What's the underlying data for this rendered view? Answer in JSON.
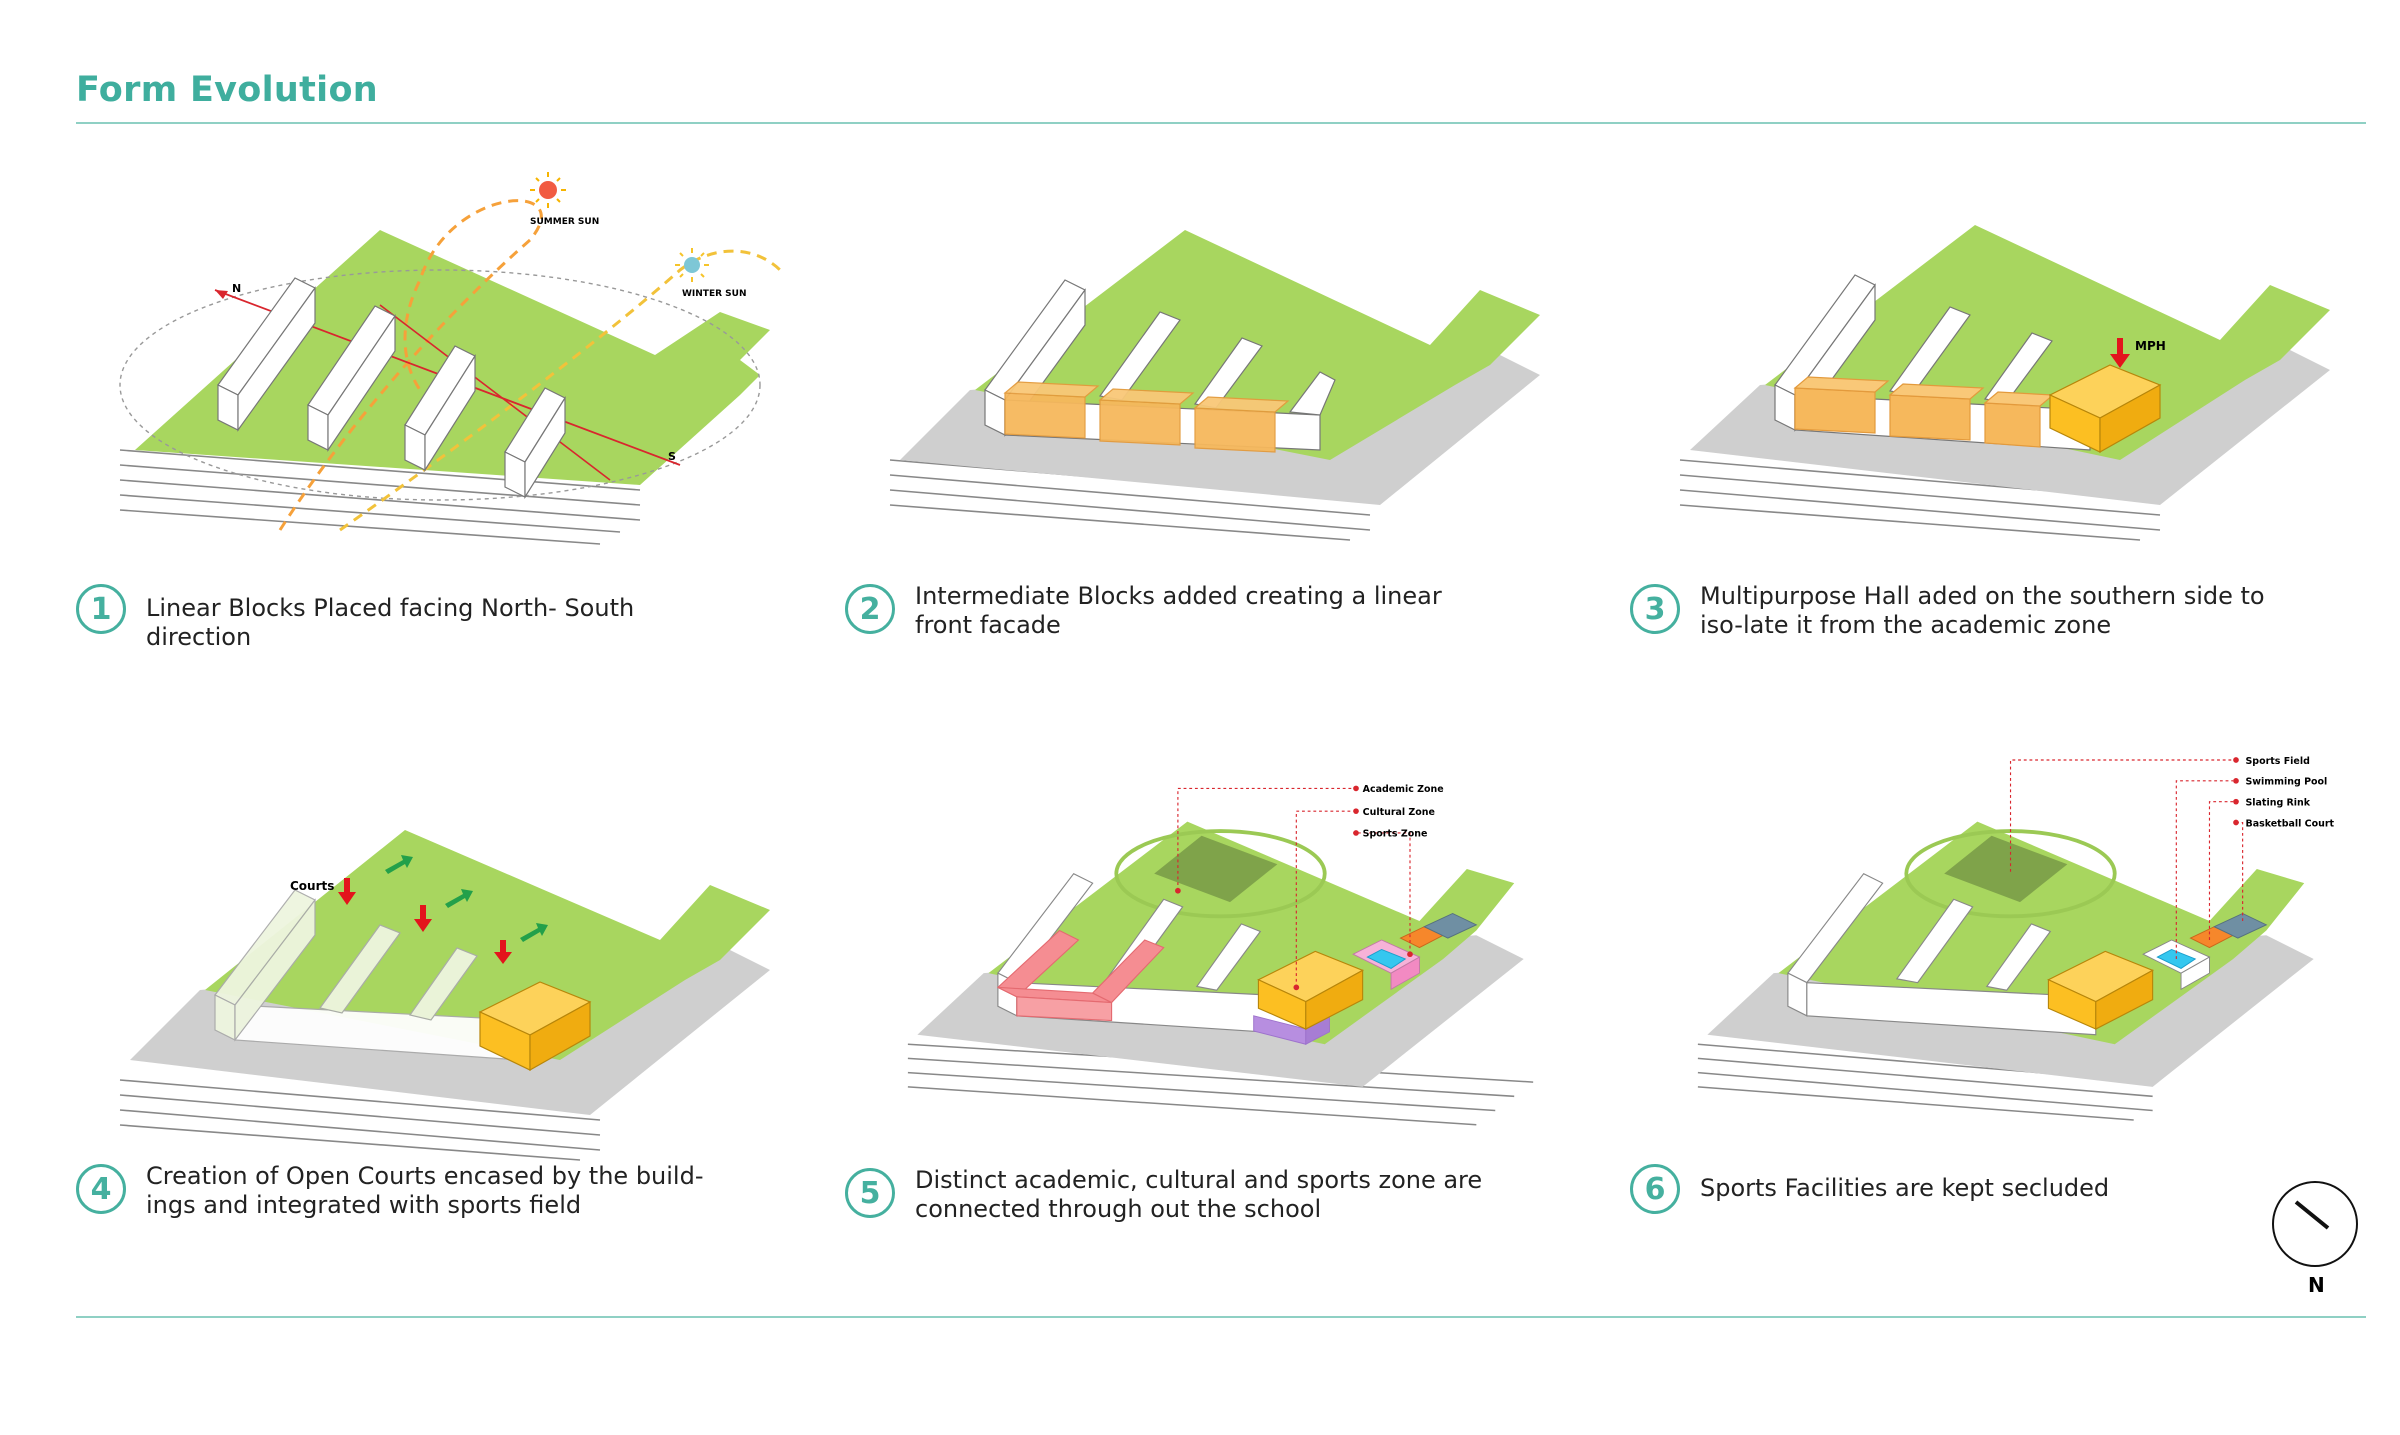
{
  "title": "Form Evolution",
  "panels": [
    {
      "number": "1",
      "caption": "Linear Blocks Placed facing North- South direction",
      "labels": {
        "summer_sun": "SUMMER SUN",
        "winter_sun": "WINTER SUN",
        "north": "N",
        "south": "S"
      }
    },
    {
      "number": "2",
      "caption": "Intermediate Blocks added creating a linear front facade"
    },
    {
      "number": "3",
      "caption": "Multipurpose Hall aded on the southern side to iso-late it from the academic zone",
      "labels": {
        "mph": "MPH"
      }
    },
    {
      "number": "4",
      "caption": "Creation of Open Courts encased by the build-ings and integrated with sports field",
      "labels": {
        "courts": "Courts"
      }
    },
    {
      "number": "5",
      "caption": "Distinct academic, cultural and sports zone are connected through out the school",
      "labels": {
        "academic": "Academic Zone",
        "cultural": "Cultural Zone",
        "sports": "Sports Zone"
      }
    },
    {
      "number": "6",
      "caption": "Sports Facilities are kept secluded",
      "labels": {
        "field": "Sports Field",
        "pool": "Swimming Pool",
        "rink": "Slating Rink",
        "court": "Basketball Court"
      }
    }
  ],
  "compass": {
    "label": "N"
  },
  "colors": {
    "accent": "#3fae9e",
    "site_green": "#a8d65f",
    "road_gray": "#cfcfcf",
    "orange_block": "#f6b85c",
    "mph_yellow": "#fcbf22",
    "academic_pink": "#f58d92",
    "cultural_purple": "#b78ee0",
    "pool_blue": "#35c7ef",
    "rink_orange": "#f6872b",
    "court_slate": "#6f8fa3"
  }
}
